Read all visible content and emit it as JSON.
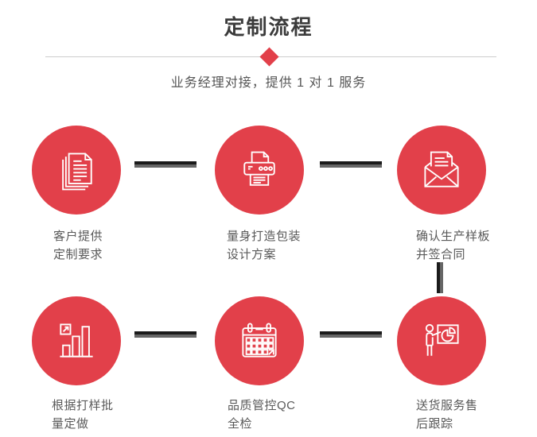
{
  "header": {
    "title": "定制流程",
    "subtitle": "业务经理对接，提供 1 对 1 服务"
  },
  "colors": {
    "accent_red": "#e2404a",
    "connector_dark": "#1b1b1b",
    "connector_gray": "#666666",
    "divider_gray": "#cccccc",
    "title_text": "#3b3b3b",
    "label_text": "#595959"
  },
  "steps": [
    {
      "icon": "documents-icon",
      "label_line1": "客户提供",
      "label_line2": "定制要求"
    },
    {
      "icon": "printer-icon",
      "label_line1": "量身打造包装",
      "label_line2": "设计方案"
    },
    {
      "icon": "envelope-icon",
      "label_line1": "确认生产样板",
      "label_line2": "并签合同"
    },
    {
      "icon": "bar-chart-icon",
      "label_line1": "根据打样批",
      "label_line2": "量定做"
    },
    {
      "icon": "calendar-icon",
      "label_line1": "品质管控QC",
      "label_line2": "全检"
    },
    {
      "icon": "presentation-icon",
      "label_line1": "送货服务售",
      "label_line2": "后跟踪"
    }
  ]
}
